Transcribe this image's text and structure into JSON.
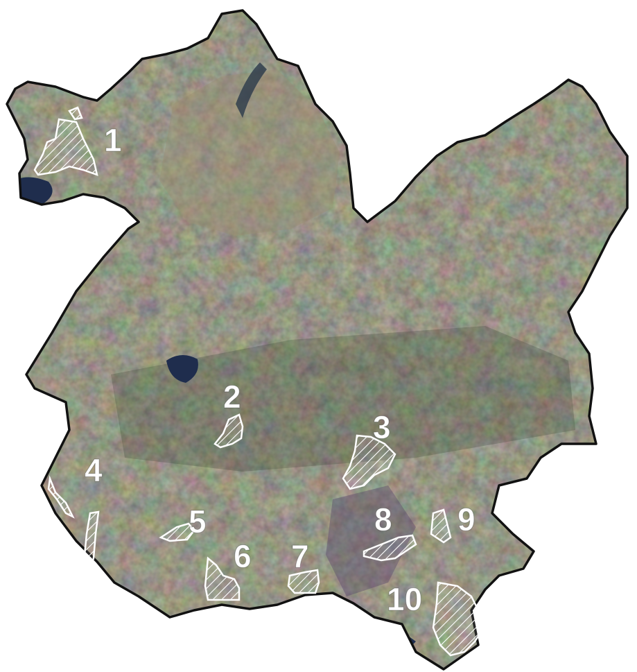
{
  "map": {
    "boundary_color": "#111111",
    "zone_color": "#ffffff",
    "terrain_colors": [
      "#4d5442",
      "#3f4636",
      "#6b6450",
      "#8a7e64",
      "#5c6a4a",
      "#2f3a2c"
    ],
    "water_color": "#1f2d4d",
    "zones": [
      {
        "label": "1"
      },
      {
        "label": "2"
      },
      {
        "label": "3"
      },
      {
        "label": "4"
      },
      {
        "label": "5"
      },
      {
        "label": "6"
      },
      {
        "label": "7"
      },
      {
        "label": "8"
      },
      {
        "label": "9"
      },
      {
        "label": "10"
      }
    ]
  }
}
